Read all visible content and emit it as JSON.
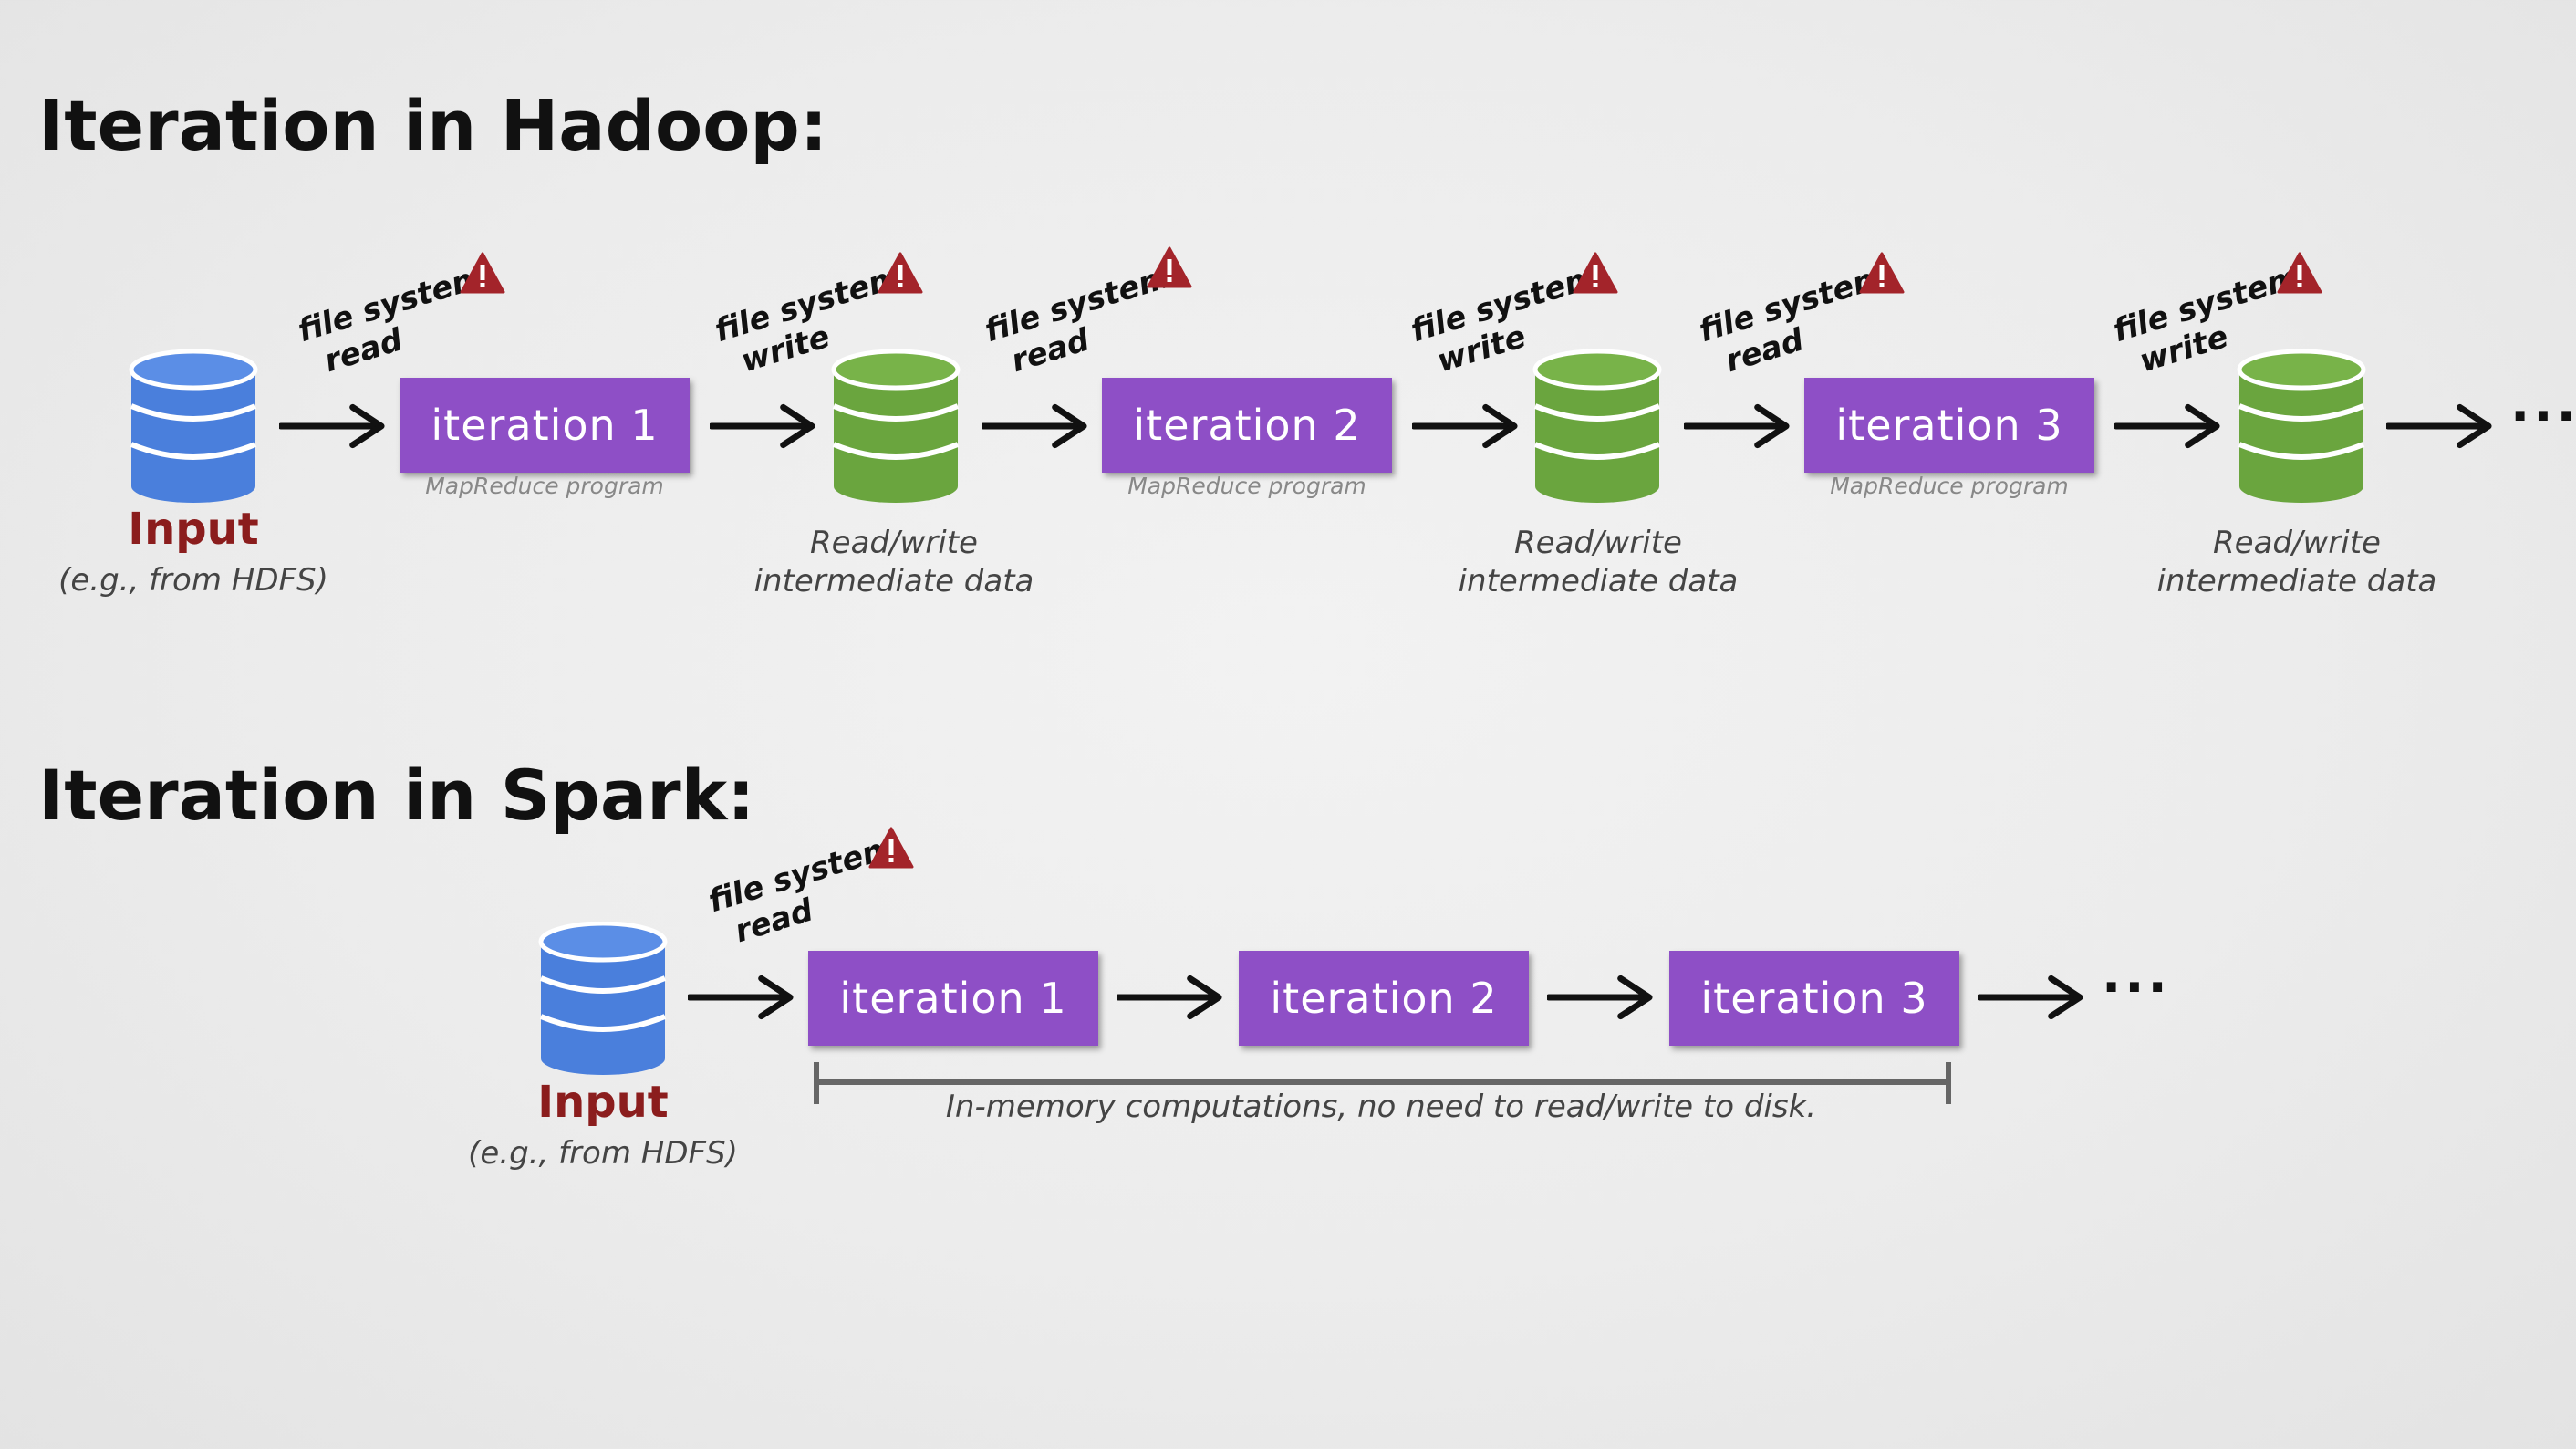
{
  "hadoop": {
    "title": "Iteration in Hadoop:",
    "input_label": "Input",
    "input_sub": "(e.g., from HDFS)",
    "iterations": [
      {
        "label": "iteration 1",
        "sub": "MapReduce program"
      },
      {
        "label": "iteration 2",
        "sub": "MapReduce program"
      },
      {
        "label": "iteration 3",
        "sub": "MapReduce program"
      }
    ],
    "fs_labels": [
      {
        "line1": "file system",
        "line2": "read"
      },
      {
        "line1": "file system",
        "line2": "write"
      },
      {
        "line1": "file system",
        "line2": "read"
      },
      {
        "line1": "file system",
        "line2": "write"
      },
      {
        "line1": "file system",
        "line2": "read"
      },
      {
        "line1": "file system",
        "line2": "write"
      }
    ],
    "intermediate_caption": {
      "line1": "Read/write",
      "line2": "intermediate data"
    },
    "ellipsis": "···"
  },
  "spark": {
    "title": "Iteration in Spark:",
    "input_label": "Input",
    "input_sub": "(e.g., from HDFS)",
    "fs_label": {
      "line1": "file system",
      "line2": "read"
    },
    "iterations": [
      "iteration 1",
      "iteration 2",
      "iteration 3"
    ],
    "memory_note": "In-memory computations, no need to read/write to disk.",
    "ellipsis": "···"
  },
  "colors": {
    "iteration_box": "#8e4fc6",
    "input_db": "#4a7fdc",
    "intermediate_db": "#6aa53e",
    "input_label": "#8b1d1d",
    "warning": "#a3242a"
  },
  "icons": {
    "input": "database-icon",
    "intermediate": "database-icon",
    "warning": "warning-triangle-icon",
    "arrow": "arrow-right-icon"
  }
}
